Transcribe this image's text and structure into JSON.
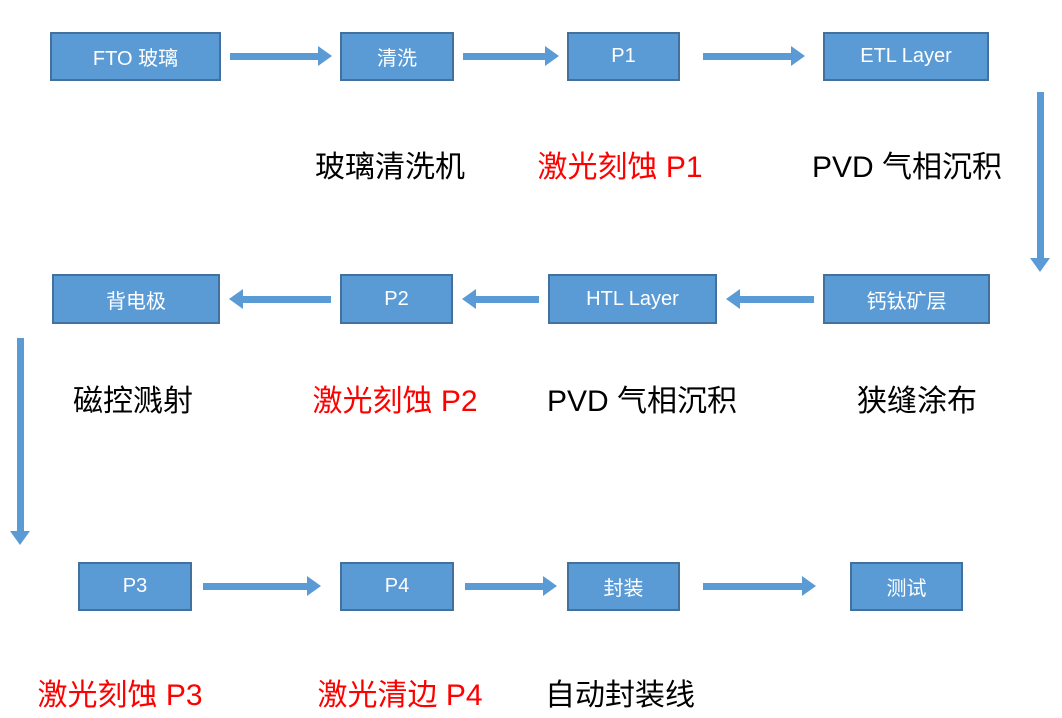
{
  "colors": {
    "box_fill": "#5B9BD5",
    "box_border": "#41719C",
    "box_text": "#FFFFFF",
    "arrow": "#5B9BD5",
    "caption_black": "#000000",
    "caption_red": "#FF0000"
  },
  "rows": [
    {
      "direction": "right",
      "boxes": [
        {
          "label": "FTO 玻璃"
        },
        {
          "label": "清洗"
        },
        {
          "label": "P1"
        },
        {
          "label": "ETL Layer"
        }
      ],
      "captions": [
        {
          "text": "玻璃清洗机",
          "color": "#000000"
        },
        {
          "text": "激光刻蚀 P1",
          "color": "#FF0000"
        },
        {
          "text": "PVD 气相沉积",
          "color": "#000000"
        }
      ]
    },
    {
      "direction": "left",
      "boxes": [
        {
          "label": "背电极"
        },
        {
          "label": "P2"
        },
        {
          "label": "HTL Layer"
        },
        {
          "label": "钙钛矿层"
        }
      ],
      "captions": [
        {
          "text": "磁控溅射",
          "color": "#000000"
        },
        {
          "text": "激光刻蚀 P2",
          "color": "#FF0000"
        },
        {
          "text": "PVD 气相沉积",
          "color": "#000000"
        },
        {
          "text": "狭缝涂布",
          "color": "#000000"
        }
      ]
    },
    {
      "direction": "right",
      "boxes": [
        {
          "label": "P3"
        },
        {
          "label": "P4"
        },
        {
          "label": "封装"
        },
        {
          "label": "测试"
        }
      ],
      "captions": [
        {
          "text": "激光刻蚀 P3",
          "color": "#FF0000"
        },
        {
          "text": "激光清边 P4",
          "color": "#FF0000"
        },
        {
          "text": "自动封装线",
          "color": "#000000"
        }
      ]
    }
  ]
}
